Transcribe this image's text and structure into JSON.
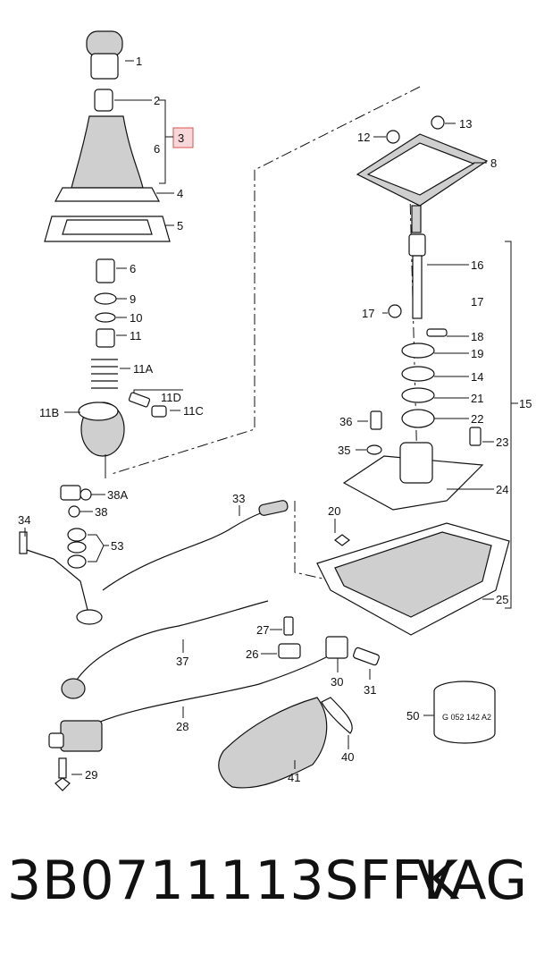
{
  "callouts": [
    {
      "id": "c1",
      "text": "1"
    },
    {
      "id": "c2",
      "text": "2"
    },
    {
      "id": "c3",
      "text": "3"
    },
    {
      "id": "c6a",
      "text": "6"
    },
    {
      "id": "c4",
      "text": "4"
    },
    {
      "id": "c5",
      "text": "5"
    },
    {
      "id": "c6b",
      "text": "6"
    },
    {
      "id": "c9",
      "text": "9"
    },
    {
      "id": "c10",
      "text": "10"
    },
    {
      "id": "c11",
      "text": "11"
    },
    {
      "id": "c11a",
      "text": "11A"
    },
    {
      "id": "c11d",
      "text": "11D"
    },
    {
      "id": "c11b",
      "text": "11B"
    },
    {
      "id": "c11c",
      "text": "11C"
    },
    {
      "id": "c12",
      "text": "12"
    },
    {
      "id": "c13",
      "text": "13"
    },
    {
      "id": "c8",
      "text": "8"
    },
    {
      "id": "c16",
      "text": "16"
    },
    {
      "id": "c17a",
      "text": "17"
    },
    {
      "id": "c17b",
      "text": "17"
    },
    {
      "id": "c18",
      "text": "18"
    },
    {
      "id": "c19",
      "text": "19"
    },
    {
      "id": "c14",
      "text": "14"
    },
    {
      "id": "c21",
      "text": "21"
    },
    {
      "id": "c15",
      "text": "15"
    },
    {
      "id": "c36",
      "text": "36"
    },
    {
      "id": "c22",
      "text": "22"
    },
    {
      "id": "c23",
      "text": "23"
    },
    {
      "id": "c35",
      "text": "35"
    },
    {
      "id": "c24",
      "text": "24"
    },
    {
      "id": "c38a",
      "text": "38A"
    },
    {
      "id": "c38",
      "text": "38"
    },
    {
      "id": "c34",
      "text": "34"
    },
    {
      "id": "c53",
      "text": "53"
    },
    {
      "id": "c33",
      "text": "33"
    },
    {
      "id": "c20",
      "text": "20"
    },
    {
      "id": "c25",
      "text": "25"
    },
    {
      "id": "c27",
      "text": "27"
    },
    {
      "id": "c26",
      "text": "26"
    },
    {
      "id": "c37",
      "text": "37"
    },
    {
      "id": "c30",
      "text": "30"
    },
    {
      "id": "c31",
      "text": "31"
    },
    {
      "id": "c50",
      "text": "50"
    },
    {
      "id": "c28",
      "text": "28"
    },
    {
      "id": "c40",
      "text": "40"
    },
    {
      "id": "c29",
      "text": "29"
    },
    {
      "id": "c41",
      "text": "41"
    }
  ],
  "stamp_text": "G 052 142 A2",
  "part_number": "3B0711113SFFK",
  "brand": "VAG"
}
